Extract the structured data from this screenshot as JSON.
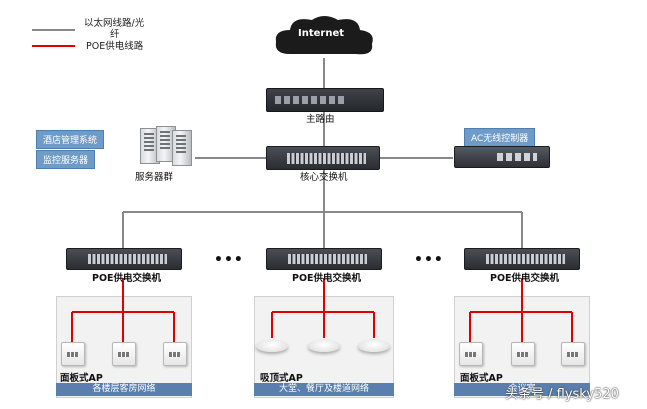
{
  "legend": {
    "ethernet_label_line1": "以太网线路/光",
    "ethernet_label_line2": "纤",
    "poe_label": "POE供电线路",
    "ethernet_color": "#888888",
    "poe_color": "#e00000"
  },
  "nodes": {
    "internet": "Internet",
    "main_router": "主路由",
    "core_switch": "核心交换机",
    "server_group": "服务器群",
    "hotel_system": "酒店管理系统",
    "monitor_server": "监控服务器",
    "ac_controller": "AC无线控制器"
  },
  "branches": [
    {
      "switch_label": "POE供电交换机",
      "ap_label": "面板式AP",
      "area_label": "各楼层客房网络",
      "ap_type": "wall-icon"
    },
    {
      "switch_label": "POE供电交换机",
      "ap_label": "吸顶式AP",
      "area_label": "大堂、餐厅及楼道网络",
      "ap_type": "ceiling-icon"
    },
    {
      "switch_label": "POE供电交换机",
      "ap_label": "面板式AP",
      "area_label": "会议室",
      "ap_type": "wall-icon"
    }
  ],
  "ellipsis": "•••",
  "watermark": "头条号 / flysky520"
}
